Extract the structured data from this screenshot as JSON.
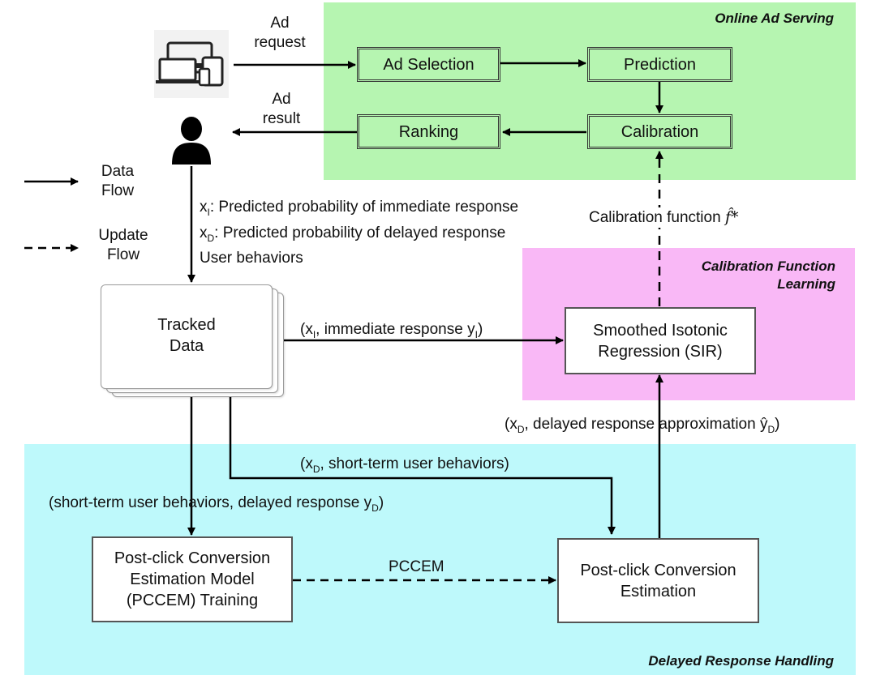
{
  "colors": {
    "online_bg": "#b6f5b1",
    "calibration_bg": "#f9b8f6",
    "delayed_bg": "#bef9fb",
    "arrow": "#000000"
  },
  "regions": {
    "online": "Online Ad Serving",
    "calibration_line1": "Calibration Function",
    "calibration_line2": "Learning",
    "delayed": "Delayed Response Handling"
  },
  "boxes": {
    "ad_selection": "Ad Selection",
    "prediction": "Prediction",
    "ranking": "Ranking",
    "calibration": "Calibration",
    "tracked_line1": "Tracked",
    "tracked_line2": "Data",
    "sir_line1": "Smoothed Isotonic",
    "sir_line2": "Regression (SIR)",
    "training_line1": "Post-click Conversion",
    "training_line2": "Estimation Model",
    "training_line3": "(PCCEM) Training",
    "estimation_line1": "Post-click Conversion",
    "estimation_line2": "Estimation"
  },
  "labels": {
    "ad_request_1": "Ad",
    "ad_request_2": "request",
    "ad_result_1": "Ad",
    "ad_result_2": "result",
    "legend_data_1": "Data",
    "legend_data_2": "Flow",
    "legend_update_1": "Update",
    "legend_update_2": "Flow",
    "xi_var": "x",
    "xi_sub": "I",
    "xi_text": ": Predicted probability of immediate response",
    "xd_var": "x",
    "xd_sub": "D",
    "xd_text": ": Predicted probability of delayed response",
    "user_behaviors": "User behaviors",
    "calib_fn_text": "Calibration function ",
    "calib_fn_sym": "f̂*",
    "immediate_a": "(x",
    "immediate_sub1": "I",
    "immediate_b": ", immediate response y",
    "immediate_sub2": "I",
    "immediate_c": ")",
    "delayed_approx_a": "(x",
    "delayed_approx_sub1": "D",
    "delayed_approx_b": ", delayed response approximation ŷ",
    "delayed_approx_sub2": "D",
    "delayed_approx_c": ")",
    "shortterm_a": "(x",
    "shortterm_sub": "D",
    "shortterm_b": ", short-term user behaviors)",
    "shortterm_delayed_a": "(short-term user behaviors, delayed response y",
    "shortterm_delayed_sub": "D",
    "shortterm_delayed_b": ")",
    "pccem": "PCCEM"
  },
  "icons": [
    "devices-icon",
    "user-icon"
  ]
}
